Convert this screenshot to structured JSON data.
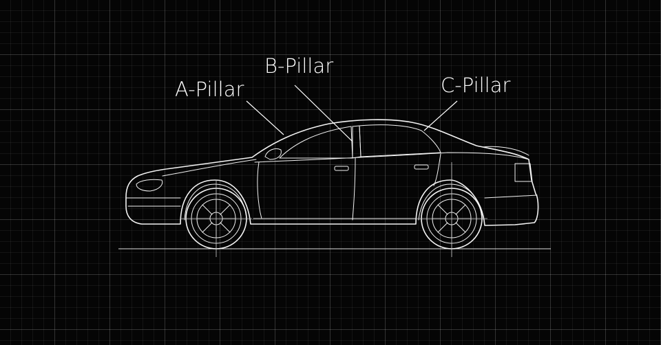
{
  "diagram": {
    "labels": {
      "a_pillar": "A-Pillar",
      "b_pillar": "B-Pillar",
      "c_pillar": "C-Pillar"
    },
    "colors": {
      "background": "#050505",
      "line": "#f4f4f4",
      "grid": "#2a2a2a"
    }
  }
}
